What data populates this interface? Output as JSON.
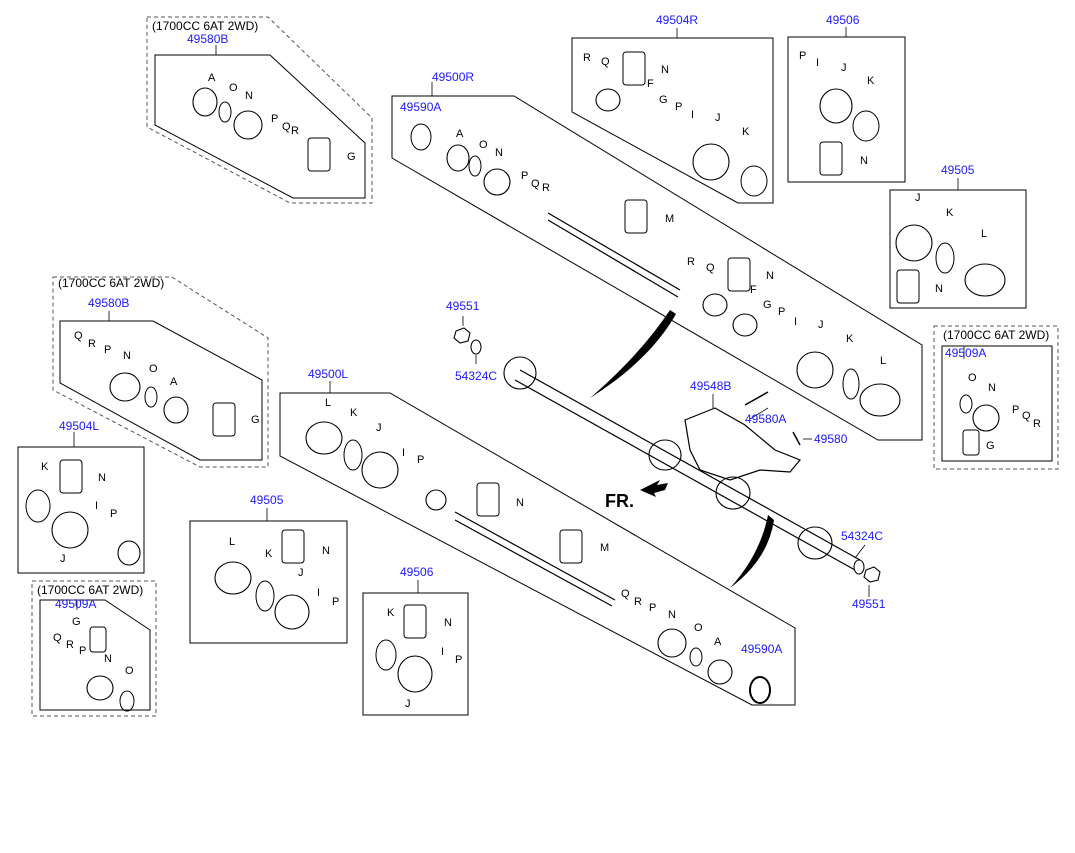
{
  "variant_caption": "(1700CC 6AT 2WD)",
  "front_label": "FR.",
  "groups": {
    "g49580B_top": {
      "part": "49580B",
      "letters": [
        "A",
        "O",
        "N",
        "P",
        "Q",
        "R",
        "G"
      ]
    },
    "g49504R": {
      "part": "49504R",
      "letters": [
        "R",
        "Q",
        "F",
        "G",
        "P",
        "I",
        "J",
        "K",
        "N"
      ]
    },
    "g49506_top": {
      "part": "49506",
      "letters": [
        "P",
        "I",
        "J",
        "K",
        "N"
      ]
    },
    "g49500R": {
      "part": "49500R",
      "sub_part": "49590A",
      "letters": [
        "A",
        "O",
        "N",
        "P",
        "Q",
        "R",
        "M",
        "R",
        "Q",
        "N",
        "F",
        "G",
        "P",
        "I",
        "J",
        "K",
        "L"
      ]
    },
    "g49505_right": {
      "part": "49505",
      "letters": [
        "J",
        "K",
        "L",
        "N"
      ]
    },
    "g49509A_right": {
      "part": "49509A",
      "letters": [
        "O",
        "N",
        "P",
        "Q",
        "R",
        "G"
      ]
    },
    "g49580B_left": {
      "part": "49580B",
      "letters": [
        "Q",
        "R",
        "P",
        "N",
        "O",
        "A",
        "G"
      ]
    },
    "g49504L": {
      "part": "49504L",
      "letters": [
        "K",
        "N",
        "I",
        "P",
        "J"
      ]
    },
    "g49509A_left": {
      "part": "49509A",
      "letters": [
        "G",
        "Q",
        "R",
        "P",
        "N",
        "O"
      ]
    },
    "g49505_left": {
      "part": "49505",
      "letters": [
        "L",
        "N",
        "K",
        "J",
        "I",
        "P"
      ]
    },
    "g49506_bottom": {
      "part": "49506",
      "letters": [
        "K",
        "N",
        "I",
        "P",
        "J"
      ]
    },
    "g49500L": {
      "part": "49500L",
      "sub_part": "49590A",
      "letters": [
        "L",
        "K",
        "J",
        "I",
        "P",
        "N",
        "M",
        "Q",
        "R",
        "P",
        "N",
        "O",
        "A"
      ]
    }
  },
  "loose_parts": {
    "p49551_top": "49551",
    "p54324C_top": "54324C",
    "p49548B": "49548B",
    "p49580A": "49580A",
    "p49580": "49580",
    "p54324C_bottom": "54324C",
    "p49551_bottom": "49551"
  }
}
